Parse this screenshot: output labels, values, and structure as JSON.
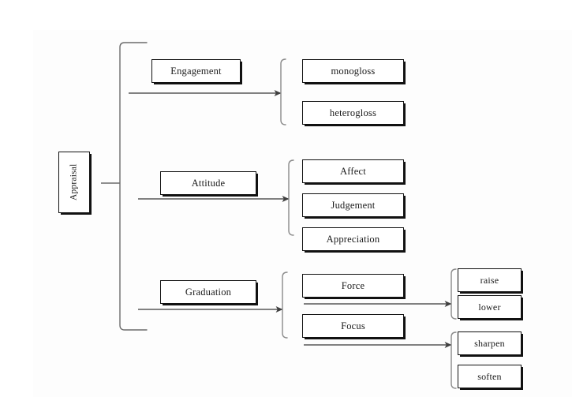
{
  "diagram": {
    "title": "Appraisal",
    "type": "tree-taxonomy",
    "colors": {
      "box_border": "#111111",
      "box_fill": "#ffffff",
      "line": "#4a4a4a",
      "bracket": "#6b6b6b",
      "background": "#ffffff",
      "text": "#1a1a1a"
    },
    "root": {
      "label": "Appraisal",
      "orientation": "vertical"
    },
    "branches": [
      {
        "id": "engagement",
        "label": "Engagement",
        "children": [
          {
            "id": "monogloss",
            "label": "monogloss"
          },
          {
            "id": "heterogloss",
            "label": "heterogloss"
          }
        ]
      },
      {
        "id": "attitude",
        "label": "Attitude",
        "children": [
          {
            "id": "affect",
            "label": "Affect"
          },
          {
            "id": "judgement",
            "label": "Judgement"
          },
          {
            "id": "appreciation",
            "label": "Appreciation"
          }
        ]
      },
      {
        "id": "graduation",
        "label": "Graduation",
        "children": [
          {
            "id": "force",
            "label": "Force",
            "children": [
              {
                "id": "raise",
                "label": "raise"
              },
              {
                "id": "lower",
                "label": "lower"
              }
            ]
          },
          {
            "id": "focus",
            "label": "Focus",
            "children": [
              {
                "id": "sharpen",
                "label": "sharpen"
              },
              {
                "id": "soften",
                "label": "soften"
              }
            ]
          }
        ]
      }
    ]
  }
}
